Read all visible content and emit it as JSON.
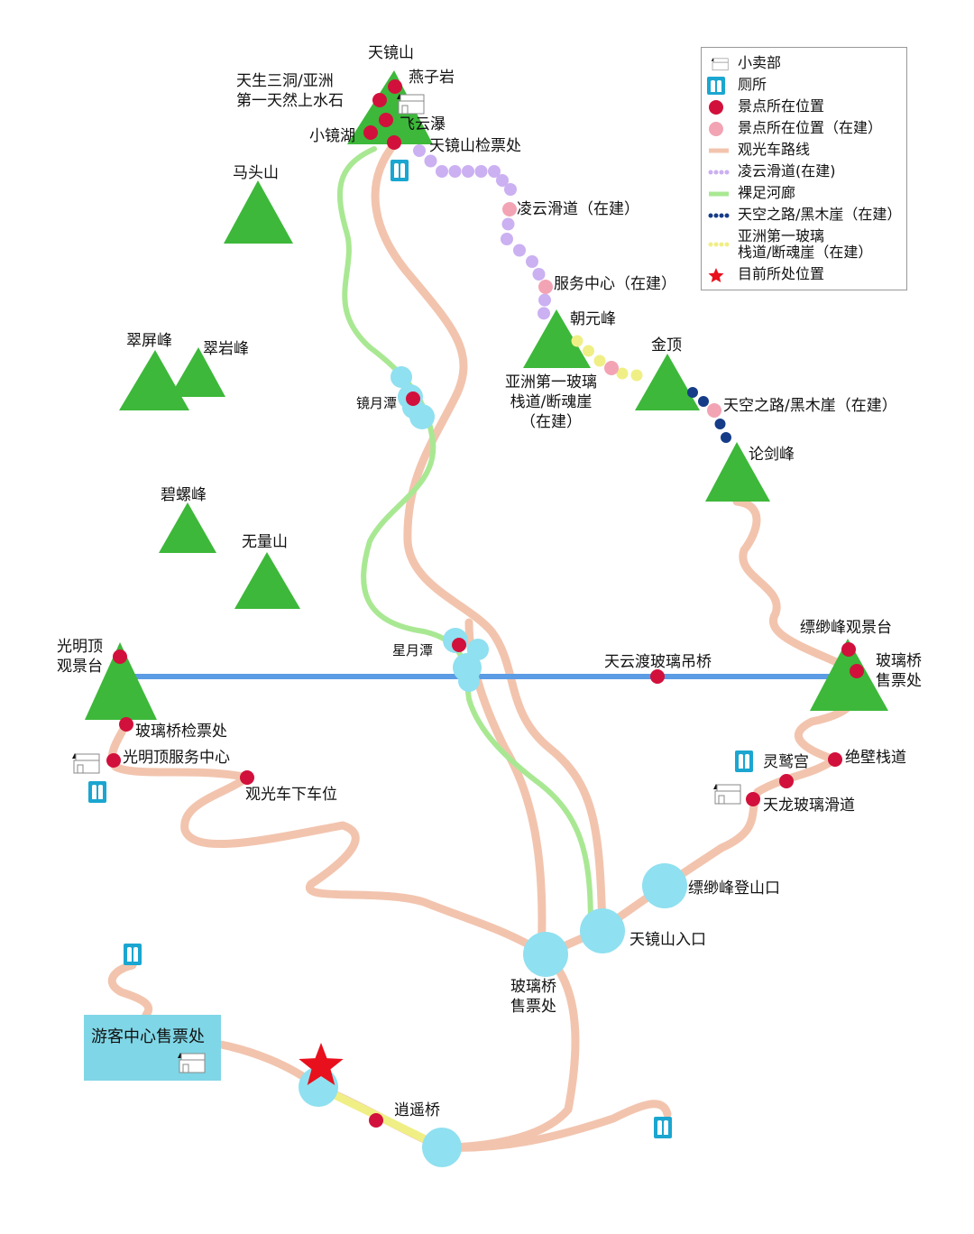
{
  "title": "",
  "colors": {
    "route": "#f2c4ae",
    "corridor": "#a9e893",
    "bridge": "#5b9ce4",
    "water": "#8fe0f0",
    "mountain": "#3db83a",
    "spot": "#d2103c",
    "spot_building": "#f2a4b4",
    "lingyun": "#cbb0f2",
    "tiankong": "#163c88",
    "glass_walk": "#efef86",
    "star": "#e8101c",
    "toilet": "#1aa6d0"
  },
  "legend": {
    "items": [
      {
        "icon": "shop-icon",
        "label": "小卖部"
      },
      {
        "icon": "toilet-icon",
        "label": "厕所"
      },
      {
        "icon": "red-dot-icon",
        "label": "景点所在位置"
      },
      {
        "icon": "pink-dot-icon",
        "label": "景点所在位置（在建）"
      },
      {
        "icon": "peach-line-icon",
        "label": "观光车路线"
      },
      {
        "icon": "purple-dotted-line-icon",
        "label": "凌云滑道(在建)"
      },
      {
        "icon": "green-line-icon",
        "label": "裸足河廊"
      },
      {
        "icon": "navy-dotted-line-icon",
        "label": "天空之路/黑木崖（在建）"
      },
      {
        "icon": "yellow-dotted-line-icon",
        "label": "亚洲第一玻璃\n栈道/断魂崖（在建）"
      },
      {
        "icon": "star-icon",
        "label": "目前所处位置"
      }
    ]
  },
  "mountains": {
    "tianjing": "天镜山",
    "matou": "马头山",
    "cuiping": "翠屏峰",
    "cuiyan": "翠岩峰",
    "biluo": "碧螺峰",
    "wuliang": "无量山",
    "guangming": "光明顶\n观景台",
    "chaoyuan": "朝元峰",
    "jinding": "金顶",
    "lunjian": "论剑峰",
    "piaomiao": "缥缈峰观景台"
  },
  "spots": {
    "tiansheng": "天生三洞/亚洲\n第一天然上水石",
    "yanzi": "燕子岩",
    "xiaojinghu": "小镜湖",
    "feiyun": "飞云瀑",
    "tianjing_check": "天镜山检票处",
    "lingyun": "凌云滑道（在建）",
    "service": "服务中心（在建）",
    "glass_walk": "亚洲第一玻璃\n栈道/断魂崖\n（在建）",
    "tiankong": "天空之路/黑木崖（在建）",
    "jingyue": "镜月潭",
    "xingyue": "星月潭",
    "tianyundu": "天云渡玻璃吊桥",
    "glass_bridge_ticket_right": "玻璃桥\n售票处",
    "glass_bridge_check": "玻璃桥检票处",
    "guangming_service": "光明顶服务中心",
    "bus_stop": "观光车下车位",
    "lingjiu": "灵鹫宫",
    "juebi": "绝壁栈道",
    "tianlong": "天龙玻璃滑道",
    "piaomiao_entrance": "缥缈峰登山口",
    "tianjing_entrance": "天镜山入口",
    "glass_bridge_ticket": "玻璃桥\n售票处",
    "visitor_center": "游客中心售票处",
    "xiaoyao": "逍遥桥"
  }
}
